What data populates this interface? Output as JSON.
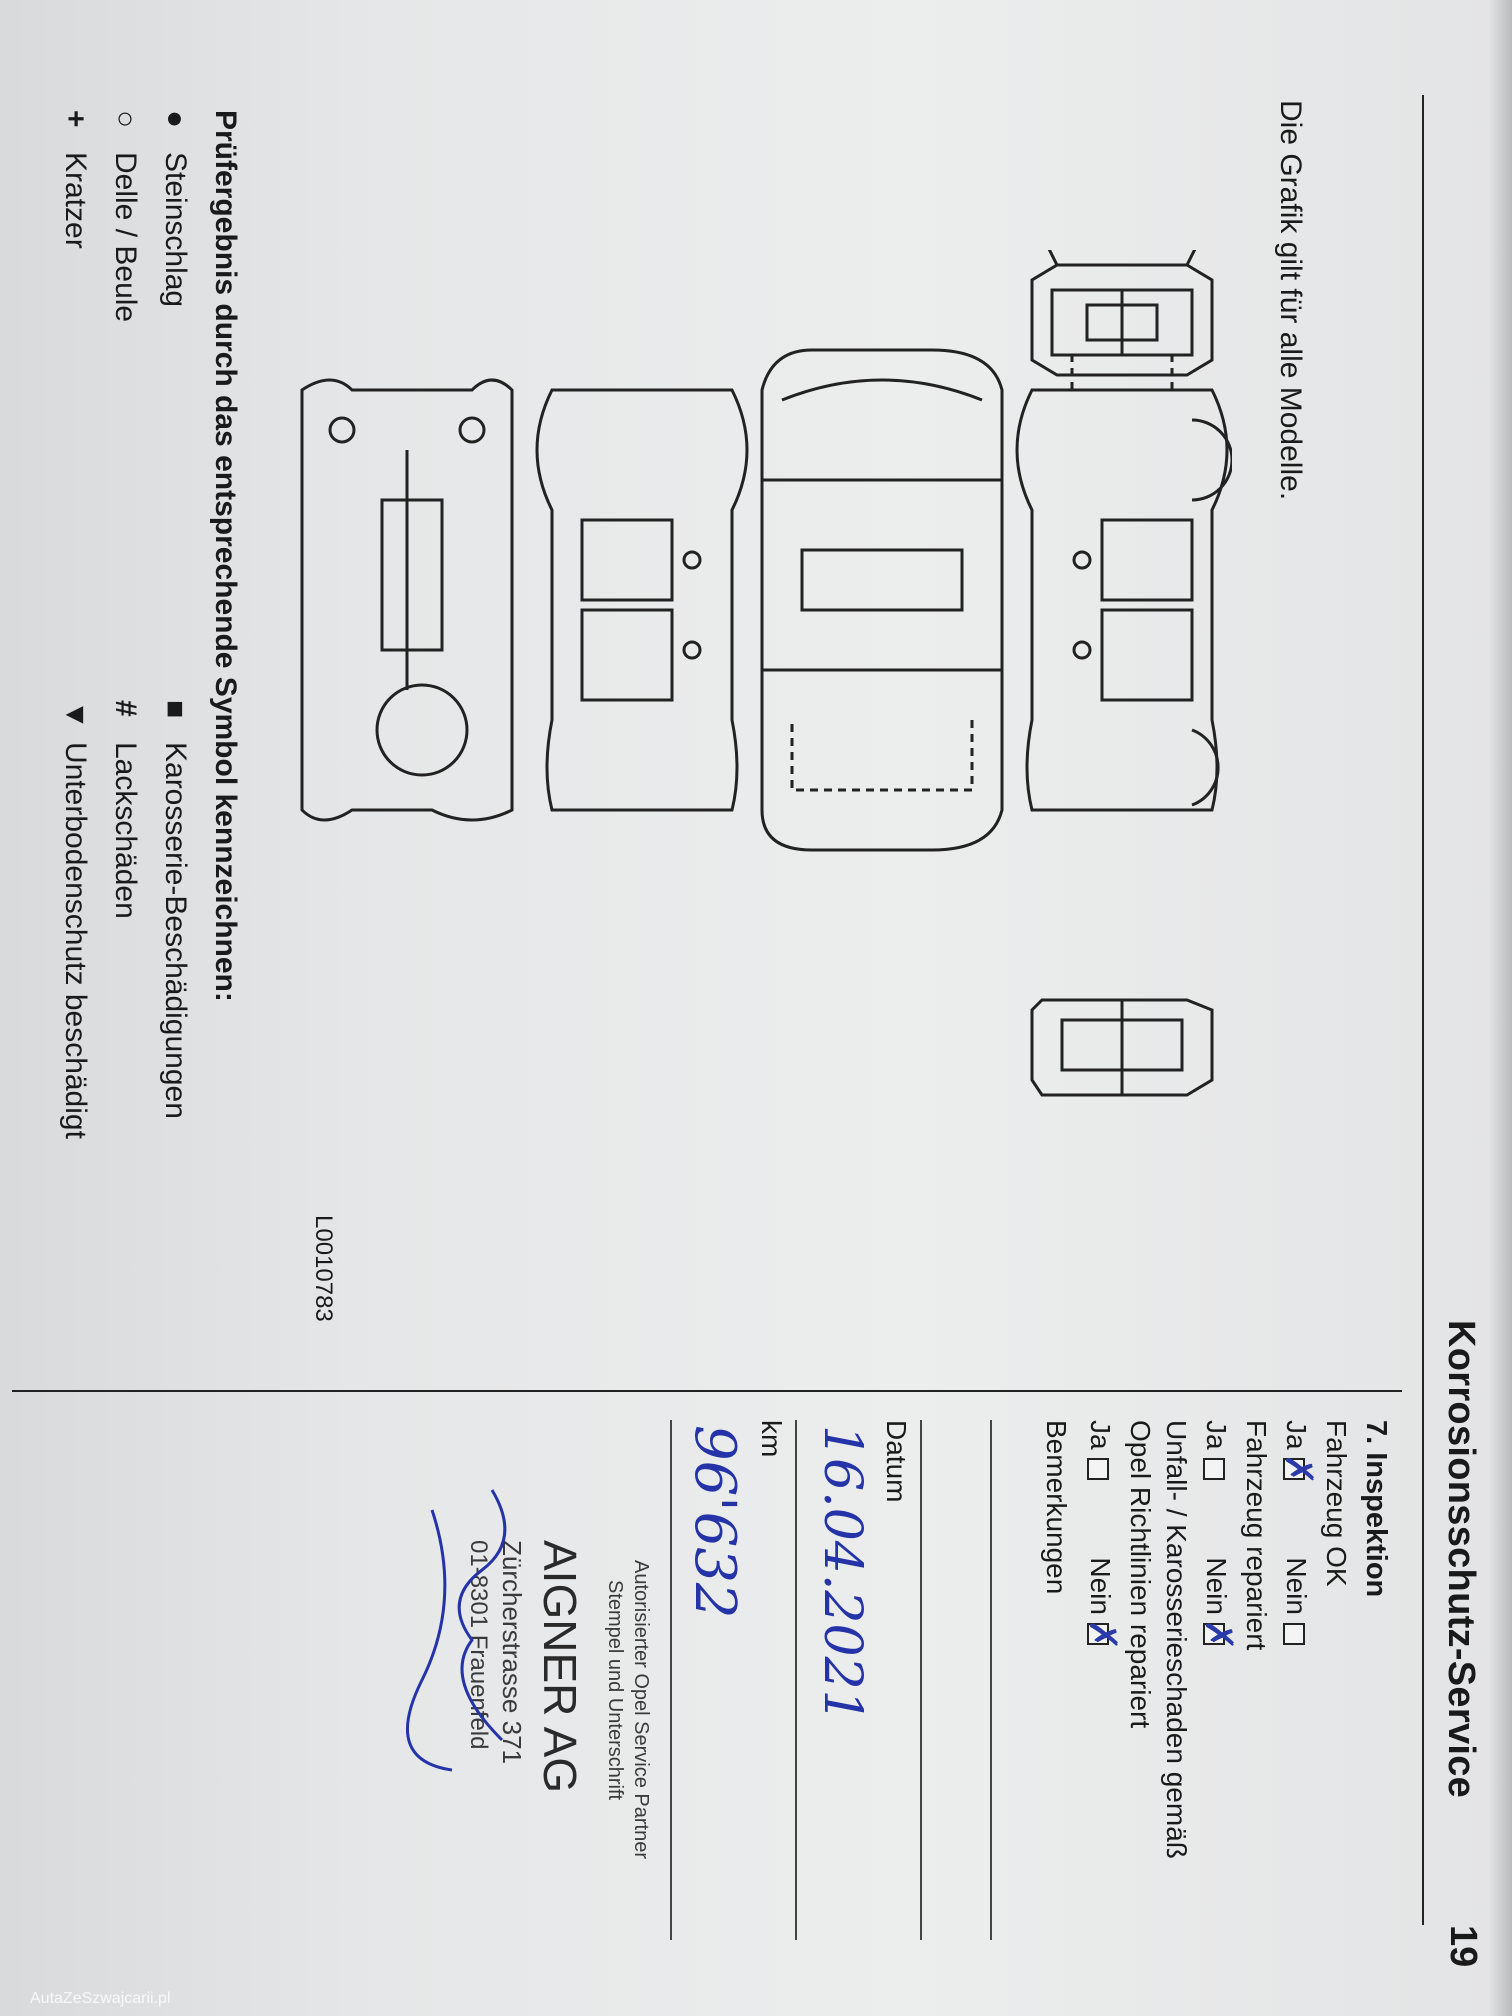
{
  "page": {
    "title": "Korrosionsschutz-Service",
    "number": "19"
  },
  "left": {
    "intro": "Die Grafik gilt für alle Modelle.",
    "drawing_code": "L0010783",
    "legend_title": "Prüfergebnis durch das entsprechende Symbol kennzeichnen:",
    "legend": [
      {
        "symbol": "●",
        "label": "Steinschlag"
      },
      {
        "symbol": "○",
        "label": "Delle / Beule"
      },
      {
        "symbol": "+",
        "label": "Kratzer"
      },
      {
        "symbol": "■",
        "label": "Karosserie-Beschädigungen"
      },
      {
        "symbol": "#",
        "label": "Lackschäden"
      },
      {
        "symbol": "▼",
        "label": "Unterbodenschutz beschädigt"
      }
    ]
  },
  "inspection": {
    "heading": "7. Inspektion",
    "q1_label": "Fahrzeug OK",
    "q1_yes": "Ja",
    "q1_no": "Nein",
    "q1_checked": "yes",
    "q2_label": "Fahrzeug repariert",
    "q2_yes": "Ja",
    "q2_no": "Nein",
    "q2_checked": "no",
    "q3_label_1": "Unfall- / Karosserieschaden gemäß",
    "q3_label_2": "Opel Richtlinien repariert",
    "q3_yes": "Ja",
    "q3_no": "Nein",
    "q3_checked": "no",
    "remarks_label": "Bemerkungen",
    "date_label": "Datum",
    "date_value": "16.04.2021",
    "km_label": "km",
    "km_value": "96'632",
    "stamp_caption_1": "Autorisierter Opel Service Partner",
    "stamp_caption_2": "Stempel und Unterschrift",
    "stamp_company": "AIGNER AG",
    "stamp_street": "Zürcherstrasse 371",
    "stamp_phone": "01-8301 Frauenfeld"
  },
  "watermark": "AutaZeSzwajcarii.pl",
  "colors": {
    "ink": "#1a1a1a",
    "pen": "#2434a8"
  }
}
